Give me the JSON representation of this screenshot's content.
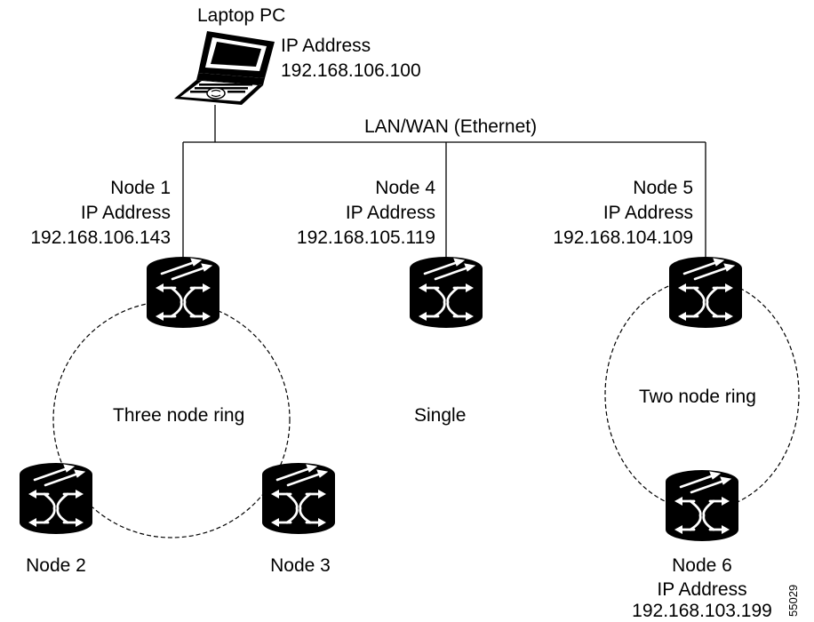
{
  "laptop": {
    "name": "Laptop PC",
    "ip_label": "IP Address",
    "ip": "192.168.106.100"
  },
  "lan": {
    "label": "LAN/WAN (Ethernet)"
  },
  "nodes": {
    "n1": {
      "name": "Node 1",
      "ip_label": "IP Address",
      "ip": "192.168.106.143"
    },
    "n2": {
      "name": "Node 2"
    },
    "n3": {
      "name": "Node 3"
    },
    "n4": {
      "name": "Node 4",
      "ip_label": "IP Address",
      "ip": "192.168.105.119"
    },
    "n5": {
      "name": "Node 5",
      "ip_label": "IP Address",
      "ip": "192.168.104.109"
    },
    "n6": {
      "name": "Node 6",
      "ip_label": "IP Address",
      "ip": "192.168.103.199"
    }
  },
  "groups": {
    "three_ring": "Three node ring",
    "single": "Single",
    "two_ring": "Two node ring"
  },
  "figure_id": "55029"
}
